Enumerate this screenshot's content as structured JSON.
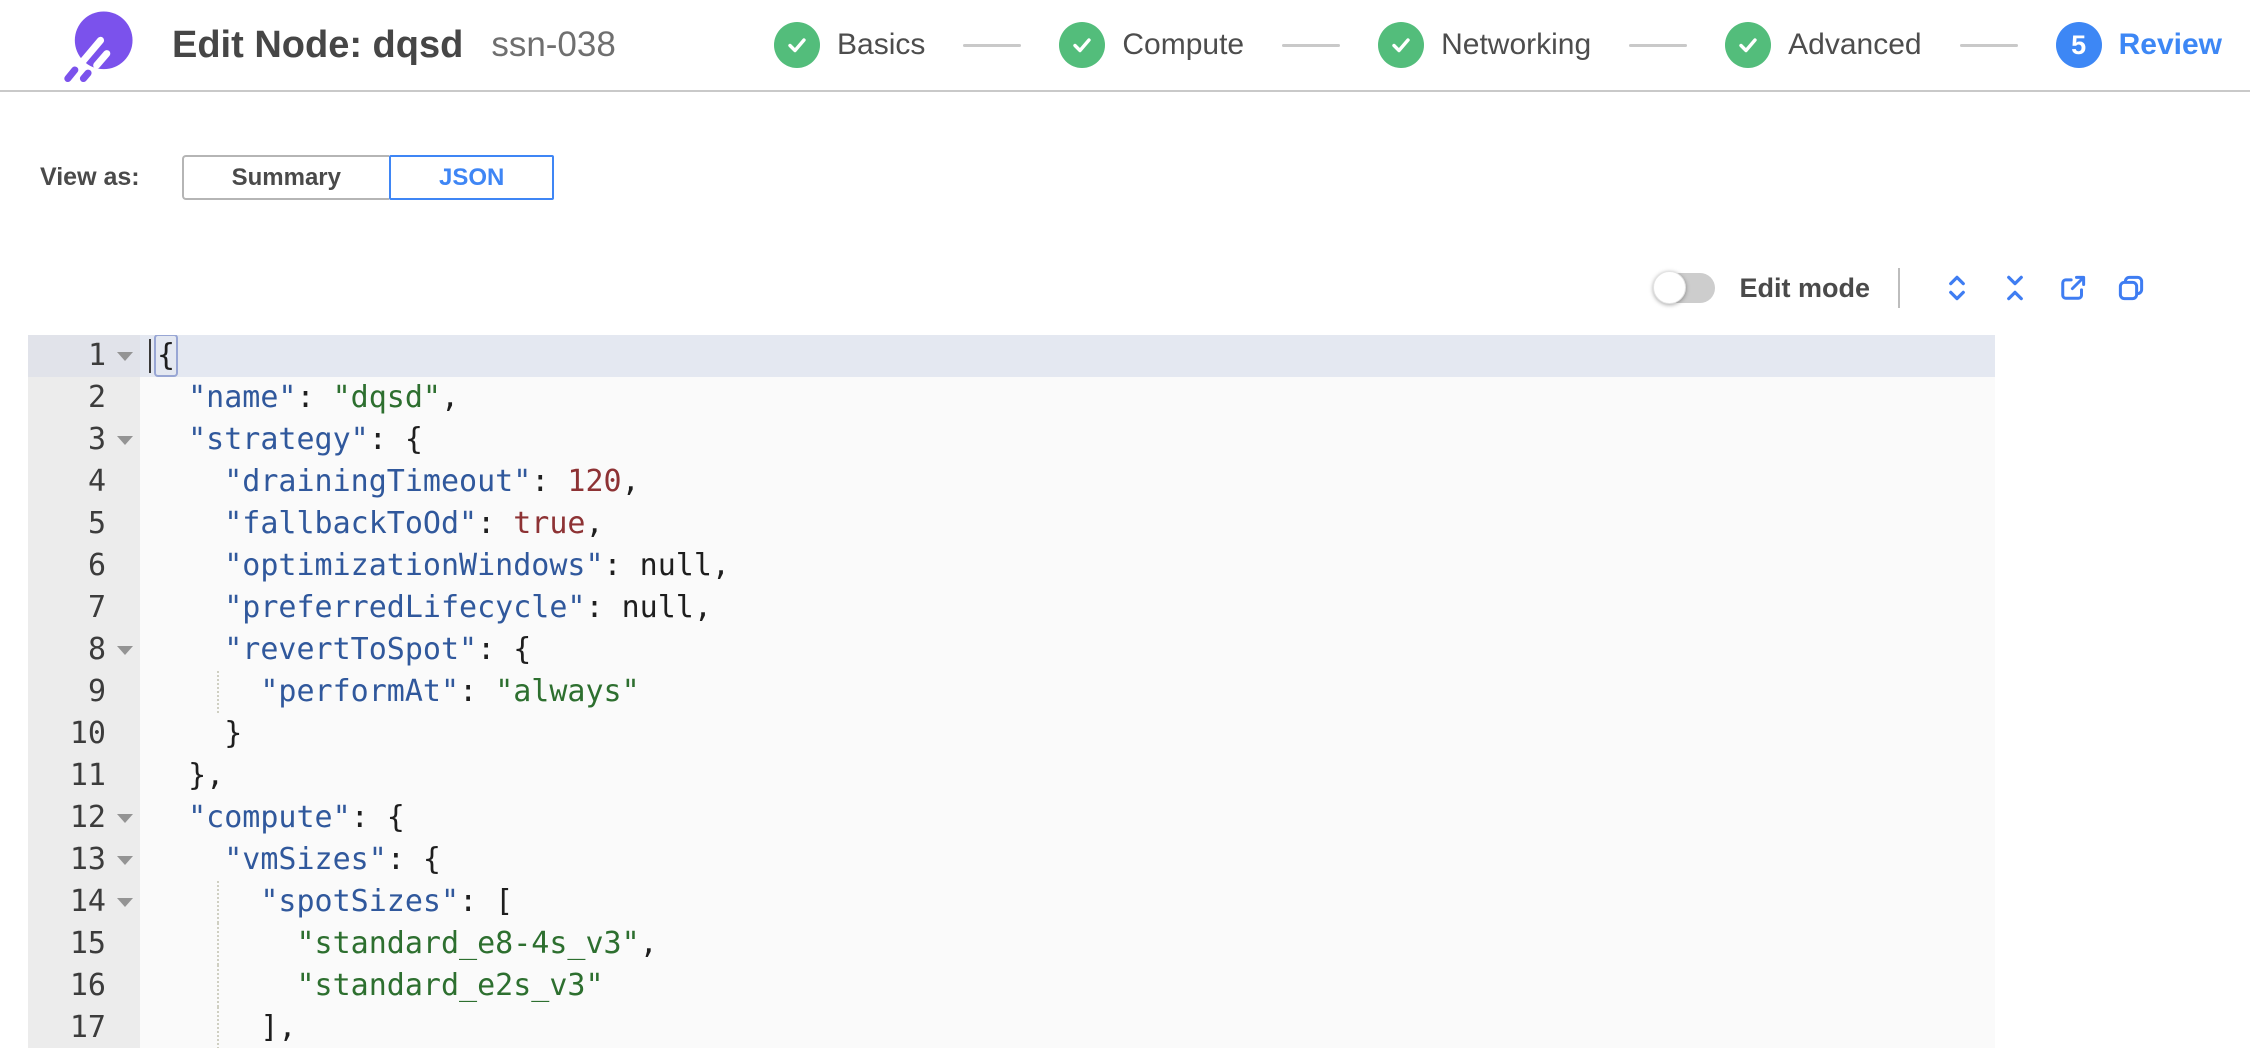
{
  "header": {
    "title": "Edit Node: dqsd",
    "subtitle": "ssn-038",
    "steps": [
      {
        "label": "Basics",
        "state": "complete"
      },
      {
        "label": "Compute",
        "state": "complete"
      },
      {
        "label": "Networking",
        "state": "complete"
      },
      {
        "label": "Advanced",
        "state": "complete"
      },
      {
        "label": "Review",
        "state": "current",
        "number": "5"
      }
    ]
  },
  "view_as": {
    "label": "View as:",
    "options": [
      {
        "label": "Summary",
        "selected": false
      },
      {
        "label": "JSON",
        "selected": true
      }
    ]
  },
  "toolbar": {
    "edit_mode_label": "Edit mode",
    "edit_mode_on": false,
    "icons": [
      "unfold-icon",
      "fold-icon",
      "export-icon",
      "copy-icon"
    ]
  },
  "colors": {
    "logo_purple": "#7b52ec",
    "step_green": "#53bd7b",
    "accent_blue": "#3d87f5",
    "json_key": "#30589c",
    "json_string": "#2d6f2f",
    "json_number": "#8d3234"
  },
  "editor": {
    "active_line": 1,
    "lines": [
      {
        "num": 1,
        "fold": true,
        "cursor": true,
        "segs": [
          [
            "bracket",
            "{"
          ]
        ]
      },
      {
        "num": 2,
        "segs": [
          [
            "ws",
            "  "
          ],
          [
            "key",
            "\"name\""
          ],
          [
            "pun",
            ": "
          ],
          [
            "str",
            "\"dqsd\""
          ],
          [
            "pun",
            ","
          ]
        ]
      },
      {
        "num": 3,
        "fold": true,
        "segs": [
          [
            "ws",
            "  "
          ],
          [
            "key",
            "\"strategy\""
          ],
          [
            "pun",
            ": {"
          ]
        ]
      },
      {
        "num": 4,
        "segs": [
          [
            "ws",
            "    "
          ],
          [
            "key",
            "\"drainingTimeout\""
          ],
          [
            "pun",
            ": "
          ],
          [
            "num",
            "120"
          ],
          [
            "pun",
            ","
          ]
        ]
      },
      {
        "num": 5,
        "segs": [
          [
            "ws",
            "    "
          ],
          [
            "key",
            "\"fallbackToOd\""
          ],
          [
            "pun",
            ": "
          ],
          [
            "bool",
            "true"
          ],
          [
            "pun",
            ","
          ]
        ]
      },
      {
        "num": 6,
        "segs": [
          [
            "ws",
            "    "
          ],
          [
            "key",
            "\"optimizationWindows\""
          ],
          [
            "pun",
            ": "
          ],
          [
            "plain",
            "null"
          ],
          [
            "pun",
            ","
          ]
        ]
      },
      {
        "num": 7,
        "segs": [
          [
            "ws",
            "    "
          ],
          [
            "key",
            "\"preferredLifecycle\""
          ],
          [
            "pun",
            ": "
          ],
          [
            "plain",
            "null"
          ],
          [
            "pun",
            ","
          ]
        ]
      },
      {
        "num": 8,
        "fold": true,
        "segs": [
          [
            "ws",
            "    "
          ],
          [
            "key",
            "\"revertToSpot\""
          ],
          [
            "pun",
            ": {"
          ]
        ]
      },
      {
        "num": 9,
        "guide": true,
        "segs": [
          [
            "ws",
            "      "
          ],
          [
            "key",
            "\"performAt\""
          ],
          [
            "pun",
            ": "
          ],
          [
            "str",
            "\"always\""
          ]
        ]
      },
      {
        "num": 10,
        "segs": [
          [
            "ws",
            "    "
          ],
          [
            "pun",
            "}"
          ]
        ]
      },
      {
        "num": 11,
        "segs": [
          [
            "ws",
            "  "
          ],
          [
            "pun",
            "},"
          ]
        ]
      },
      {
        "num": 12,
        "fold": true,
        "segs": [
          [
            "ws",
            "  "
          ],
          [
            "key",
            "\"compute\""
          ],
          [
            "pun",
            ": {"
          ]
        ]
      },
      {
        "num": 13,
        "fold": true,
        "segs": [
          [
            "ws",
            "    "
          ],
          [
            "key",
            "\"vmSizes\""
          ],
          [
            "pun",
            ": {"
          ]
        ]
      },
      {
        "num": 14,
        "fold": true,
        "guide": true,
        "segs": [
          [
            "ws",
            "      "
          ],
          [
            "key",
            "\"spotSizes\""
          ],
          [
            "pun",
            ": ["
          ]
        ]
      },
      {
        "num": 15,
        "guide": true,
        "segs": [
          [
            "ws",
            "        "
          ],
          [
            "str",
            "\"standard_e8-4s_v3\""
          ],
          [
            "pun",
            ","
          ]
        ]
      },
      {
        "num": 16,
        "guide": true,
        "segs": [
          [
            "ws",
            "        "
          ],
          [
            "str",
            "\"standard_e2s_v3\""
          ]
        ]
      },
      {
        "num": 17,
        "guide": true,
        "segs": [
          [
            "ws",
            "      "
          ],
          [
            "pun",
            "],"
          ]
        ]
      }
    ]
  }
}
